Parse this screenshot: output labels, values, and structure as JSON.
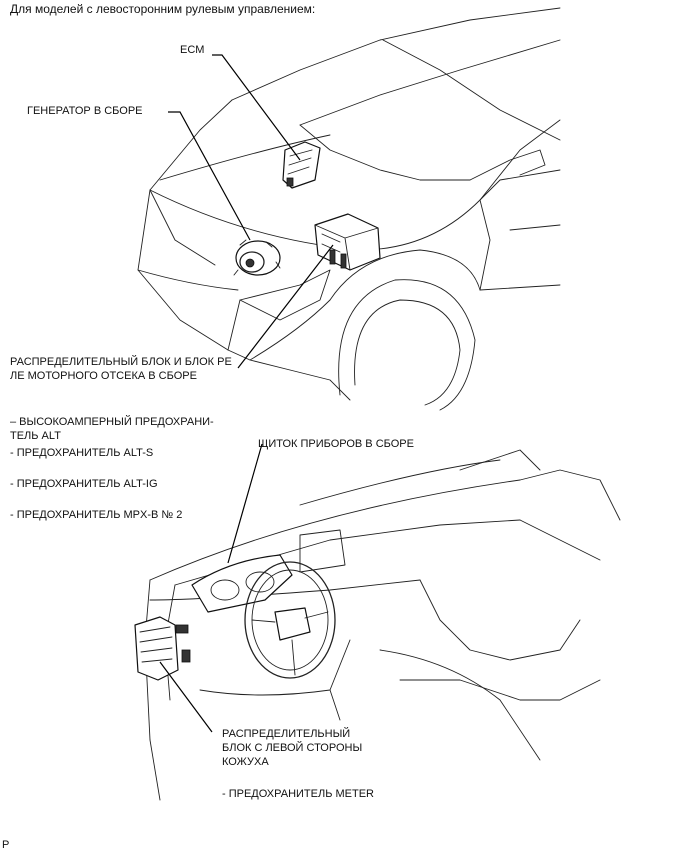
{
  "heading": "Для моделей с левосторонним рулевым управлением:",
  "labels": {
    "ecm": "ECM",
    "generator": "ГЕНЕРАТОР В СБОРЕ",
    "engine_block_line1": "РАСПРЕДЕЛИТЕЛЬНЫЙ БЛОК И БЛОК РЕ",
    "engine_block_line2": "ЛЕ МОТОРНОГО ОТСЕКА В СБОРЕ",
    "meter_assembly": "ЩИТОК ПРИБОРОВ В СБОРЕ",
    "left_block_line1": "РАСПРЕДЕЛИТЕЛЬНЫЙ",
    "left_block_line2": "БЛОК С ЛЕВОЙ СТОРОНЫ",
    "left_block_line3": "КОЖУХА"
  },
  "engine_fuses": [
    "– ВЫСОКОАМПЕРНЫЙ ПРЕДОХРАНИ-",
    "ТЕЛЬ ALT",
    "- ПРЕДОХРАНИТЕЛЬ ALT-S",
    "- ПРЕДОХРАНИТЕЛЬ ALT-IG",
    "- ПРЕДОХРАНИТЕЛЬ MPX-B № 2"
  ],
  "left_block_fuses": [
    "- ПРЕДОХРАНИТЕЛЬ METER"
  ],
  "corner_mark": "P"
}
